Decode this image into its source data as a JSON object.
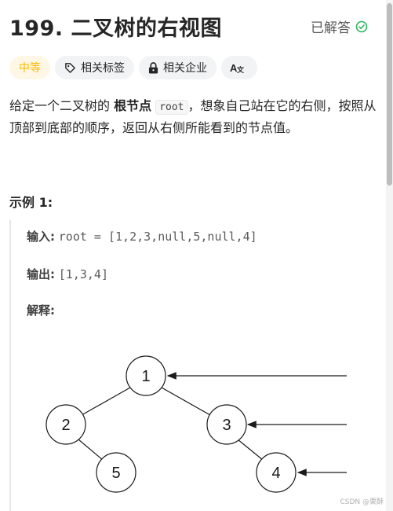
{
  "problem": {
    "title": "199. 二叉树的右视图",
    "status": "已解答",
    "tags": {
      "difficulty": "中等",
      "related_tags": "相关标签",
      "related_companies": "相关企业",
      "translate_icon": "translate-icon"
    },
    "description_prefix": "给定一个二叉树的 ",
    "description_bold": "根节点",
    "description_code": "root",
    "description_suffix": "，想象自己站在它的右侧，按照从顶部到底部的顺序，返回从右侧所能看到的节点值。"
  },
  "example": {
    "title": "示例 1:",
    "input_label": "输入:",
    "input_value": "root = [1,2,3,null,5,null,4]",
    "output_label": "输出:",
    "output_value": "[1,3,4]",
    "explain_label": "解释:"
  },
  "tree": {
    "nodes": [
      "1",
      "2",
      "3",
      "5",
      "4"
    ]
  },
  "watermark": "CSDN @栗酥",
  "colors": {
    "accent_green": "#2db55d",
    "difficulty": "#ffb800"
  }
}
